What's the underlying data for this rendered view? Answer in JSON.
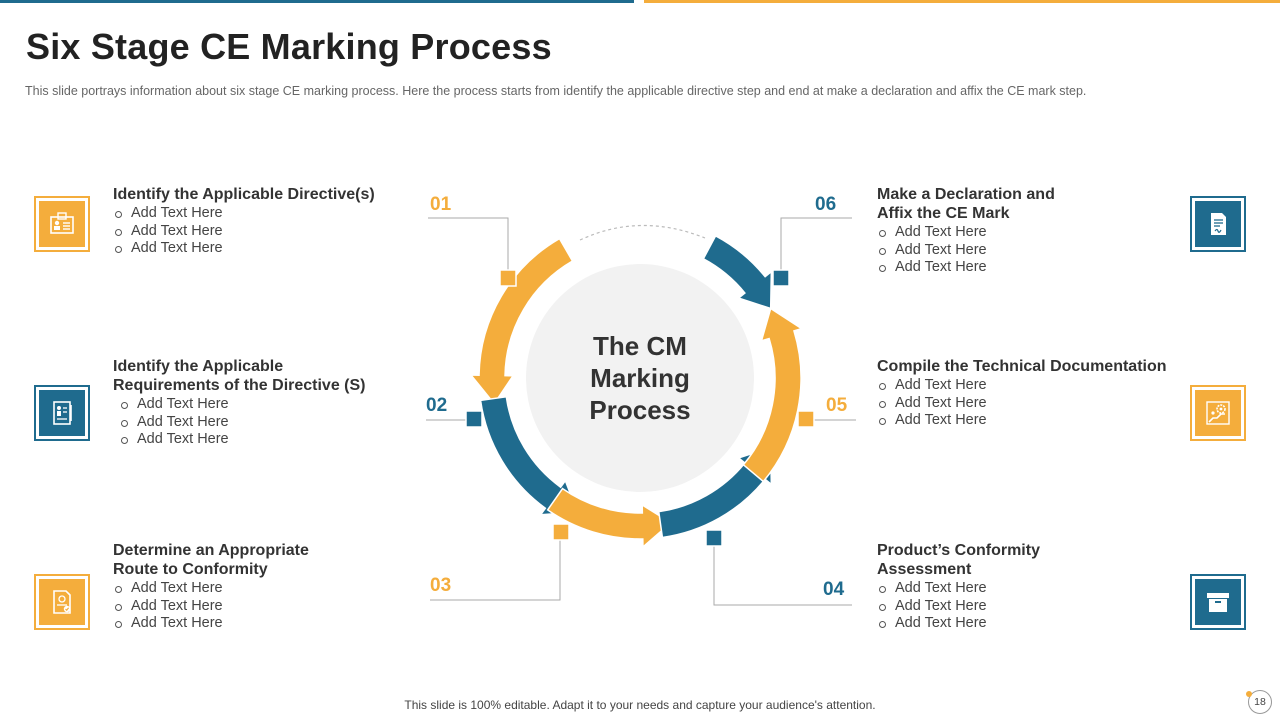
{
  "slide": {
    "title": "Six Stage CE Marking Process",
    "subtitle": "This slide portrays information  about six stage CE marking process. Here the process starts from identify the applicable directive  step and end at make a declaration and affix the CE mark step.",
    "footer": "This slide is 100% editable. Adapt it to your needs and capture your audience's attention.",
    "page_number": "18"
  },
  "colors": {
    "orange": "#f4ad3c",
    "blue": "#1f6b8e",
    "center_fill": "#f2f2f2"
  },
  "center": {
    "lines": [
      "The CM",
      "Marking",
      "Process"
    ]
  },
  "stages": [
    {
      "number": "01",
      "heading_lines": [
        "Identify the Applicable Directive(s)"
      ],
      "items": [
        "Add Text Here",
        "Add Text Here",
        "Add Text Here"
      ],
      "icon": "id-card-icon",
      "color": "orange"
    },
    {
      "number": "02",
      "heading_lines": [
        "Identify the Applicable",
        "Requirements  of the Directive (S)"
      ],
      "items": [
        "Add Text Here",
        "Add Text Here",
        "Add Text Here"
      ],
      "icon": "document-person-icon",
      "color": "blue"
    },
    {
      "number": "03",
      "heading_lines": [
        "Determine an Appropriate",
        "Route to Conformity"
      ],
      "items": [
        "Add Text Here",
        "Add Text Here",
        "Add Text Here"
      ],
      "icon": "certificate-check-icon",
      "color": "orange"
    },
    {
      "number": "04",
      "heading_lines": [
        "Product’s Conformity",
        "Assessment"
      ],
      "items": [
        "Add Text Here",
        "Add Text Here",
        "Add Text Here"
      ],
      "icon": "box-icon",
      "color": "blue"
    },
    {
      "number": "05",
      "heading_lines": [
        "Compile the Technical Documentation"
      ],
      "items": [
        "Add Text Here",
        "Add Text Here",
        "Add Text Here"
      ],
      "icon": "gear-climb-icon",
      "color": "orange"
    },
    {
      "number": "06",
      "heading_lines": [
        "Make a Declaration and",
        "Affix the CE Mark"
      ],
      "items": [
        "Add Text Here",
        "Add Text Here",
        "Add Text Here"
      ],
      "icon": "signed-document-icon",
      "color": "blue"
    }
  ]
}
